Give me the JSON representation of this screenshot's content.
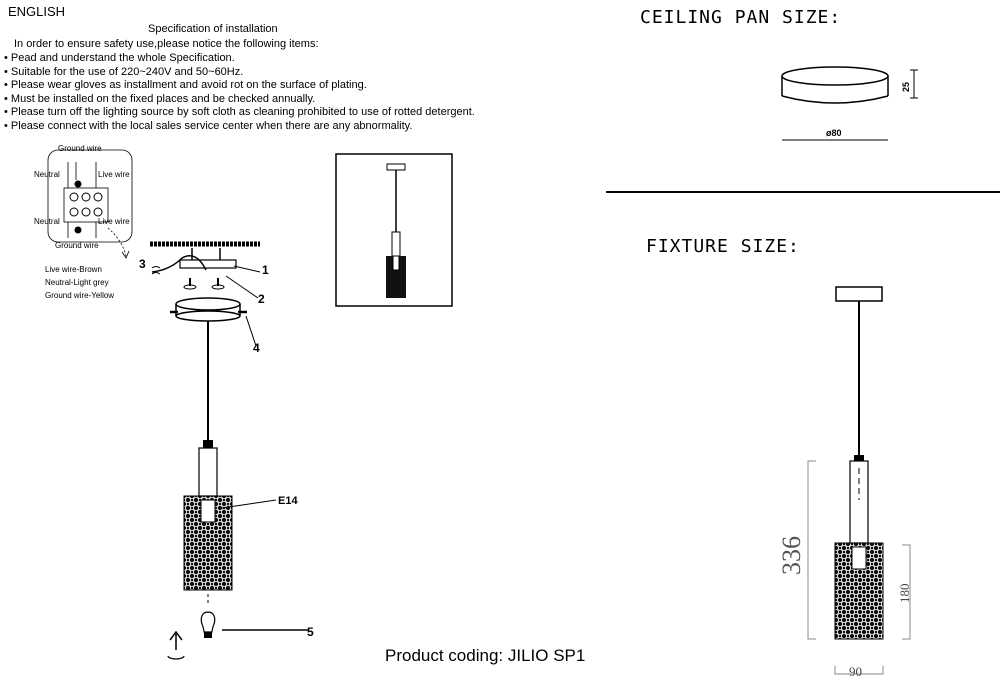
{
  "language": "ENGLISH",
  "spec": {
    "title": "Specification of installation",
    "intro": "In order to ensure safety use,please notice the following items:",
    "items": [
      "• Pead and understand the whole Specification.",
      "• Suitable for the use of 220~240V and 50~60Hz.",
      "• Please wear gloves as installment and avoid rot on the surface of plating.",
      "• Must be installed on the fixed places and be checked annually.",
      "• Please turn off the lighting source by soft cloth as cleaning prohibited to use of rotted detergent.",
      "• Please connect with the local sales service center when there are any abnormality."
    ]
  },
  "wiring": {
    "ground_top": "Ground wire",
    "neutral_top": "Neutral",
    "live_top": "Live wire",
    "neutral_bottom": "Neutral",
    "live_bottom": "Live wire",
    "ground_bottom": "Ground wire",
    "legend": [
      "Live wire-Brown",
      "Neutral-Light grey",
      "Ground wire-Yellow"
    ]
  },
  "callouts": {
    "c1": "1",
    "c2": "2",
    "c3": "3",
    "c4": "4",
    "c5": "5",
    "socket": "E14"
  },
  "ceiling_pan": {
    "title": "CEILING PAN SIZE:",
    "height": "25",
    "diameter": "ø80"
  },
  "fixture": {
    "title": "FIXTURE SIZE:",
    "total_height": "336",
    "shade_height": "180",
    "width": "90"
  },
  "product_coding": "Product coding: JILIO SP1"
}
